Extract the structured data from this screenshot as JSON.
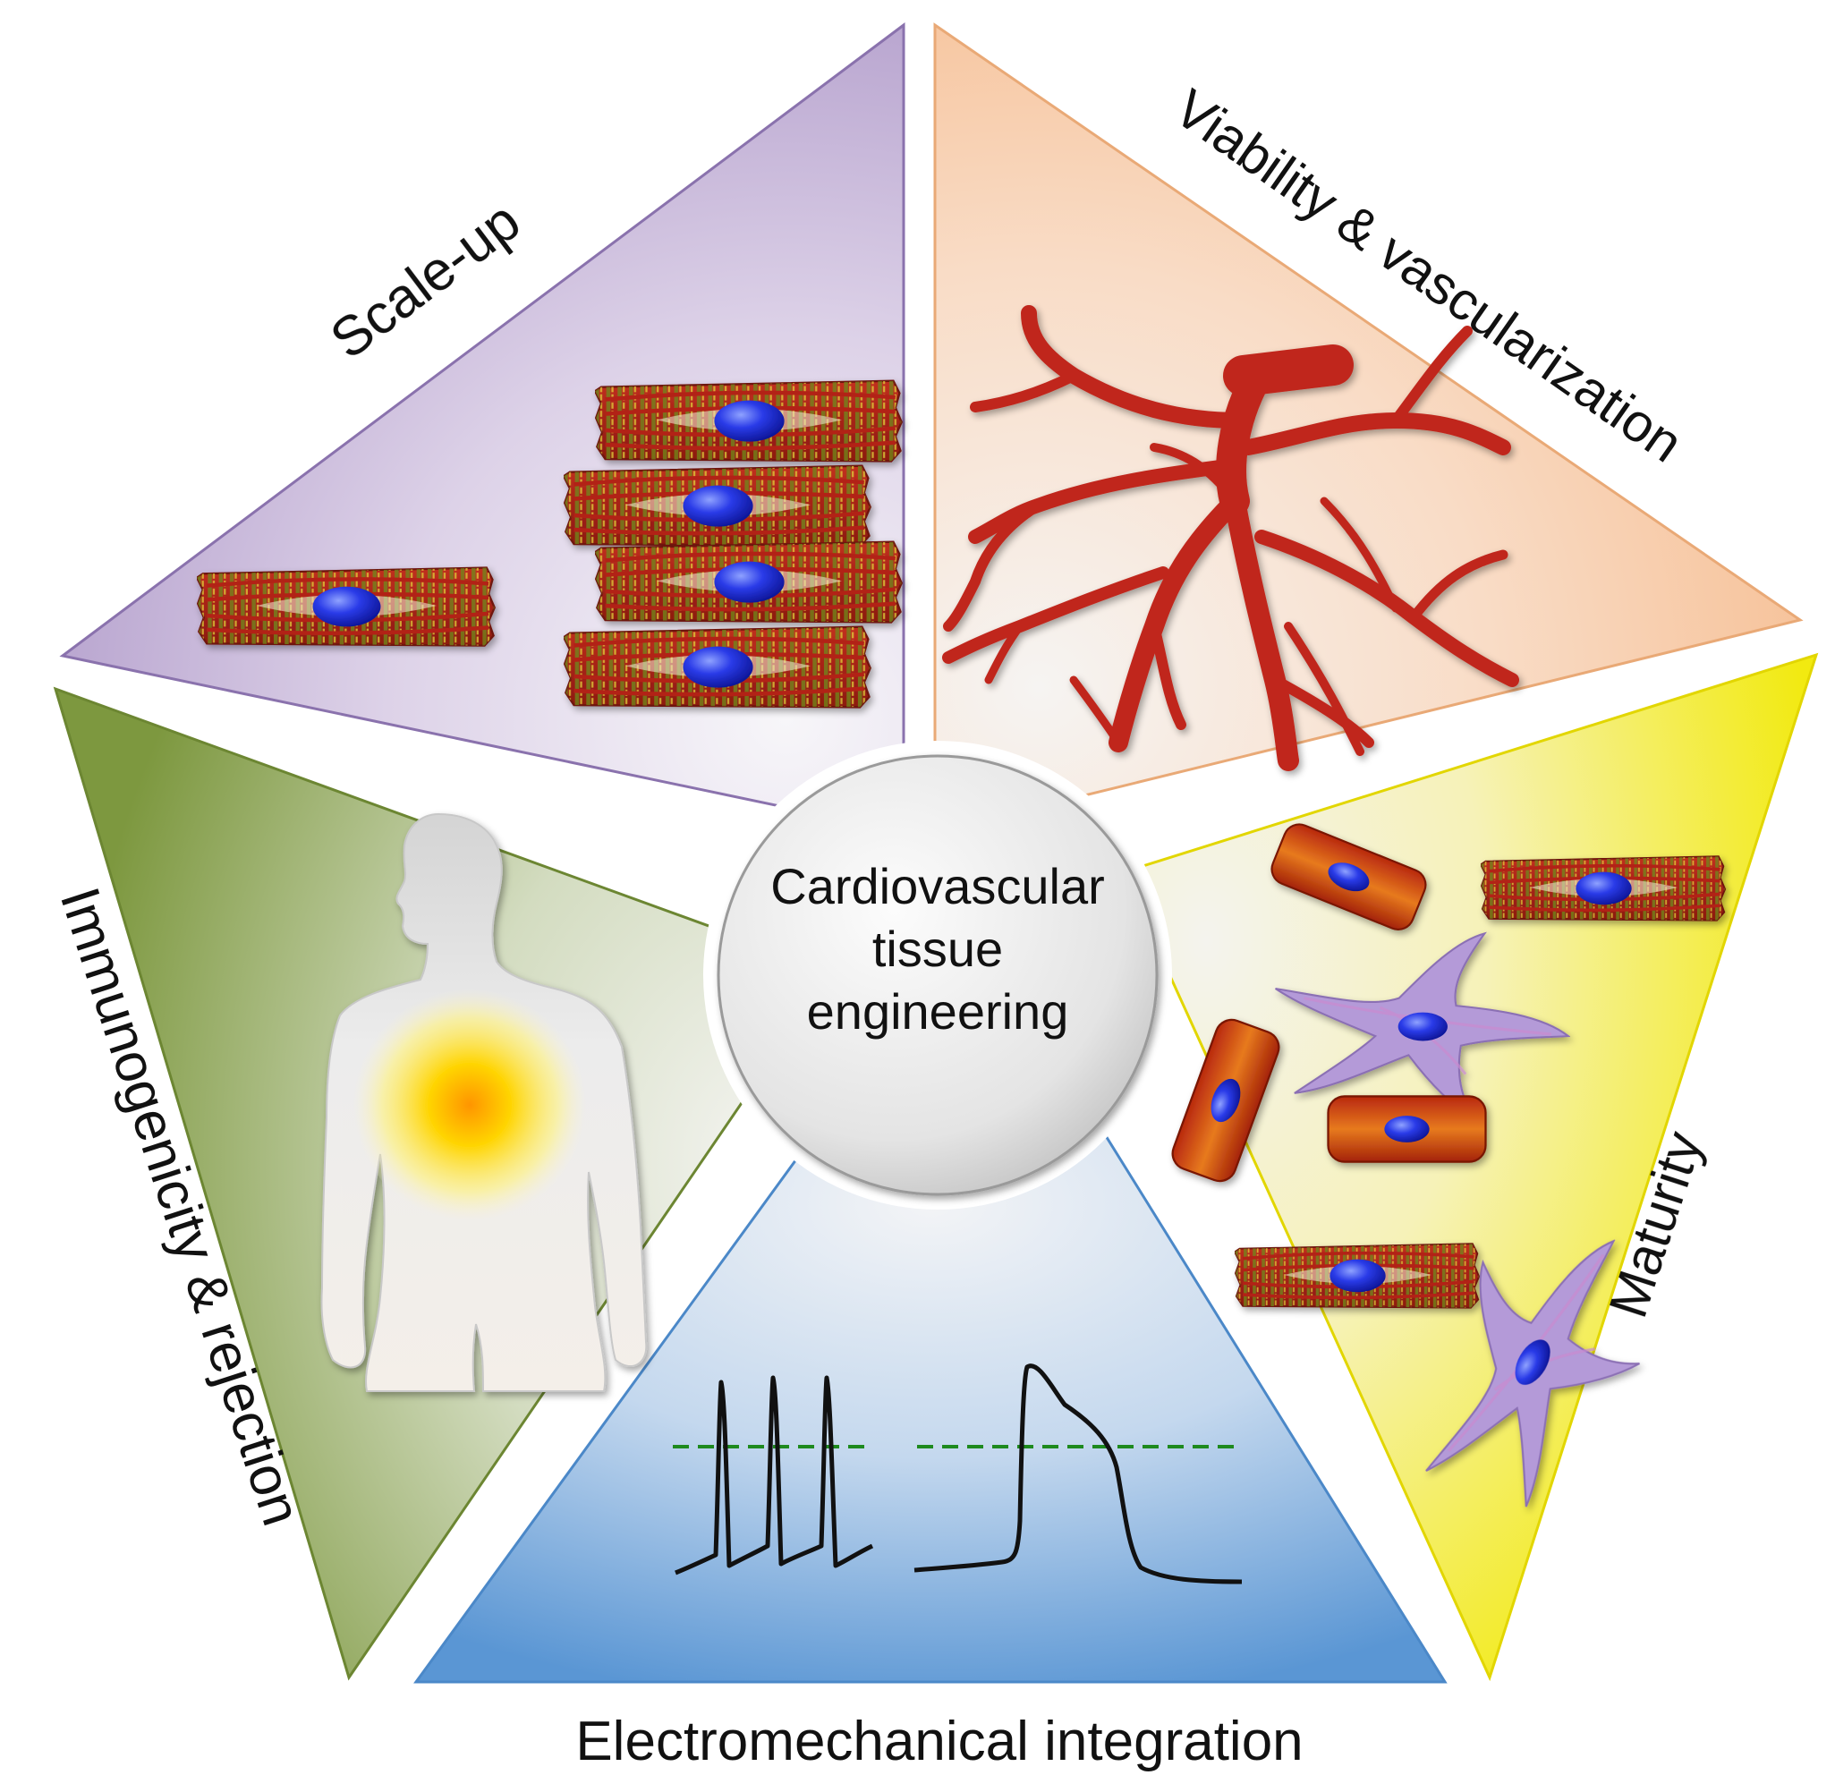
{
  "center": {
    "lines": [
      "Cardiovascular",
      "tissue",
      "engineering"
    ]
  },
  "segments": {
    "scale_up": {
      "label": "Scale-up",
      "color": "#b7a3cf"
    },
    "viability": {
      "label": "Viability & vascularization",
      "color": "#f6c39c"
    },
    "maturity": {
      "label": "Maturity",
      "color": "#f4ec12"
    },
    "electromechanical": {
      "label": "Electromechanical integration",
      "color": "#5e9ad6"
    },
    "immunogenicity": {
      "label": "Immunogenicity & rejection",
      "color": "#7f9a42"
    }
  },
  "colors": {
    "cardiomyocyte_fiber": "#b8251a",
    "striation": "#6f8a1c",
    "nucleus": "#2233d8",
    "vessel": "#c0281c",
    "fibroblast": "#b39ad4",
    "rod_cell": "#cf4a16",
    "inflammation_core": "#ff9a00",
    "threshold_line": "#1e8a1e",
    "trace": "#111111"
  },
  "icons": [
    "striated-cardiomyocyte-icon",
    "vascular-tree-icon",
    "fibroblast-icon",
    "rod-cardiomyocyte-icon",
    "human-silhouette-icon",
    "action-potential-trace-icon"
  ]
}
